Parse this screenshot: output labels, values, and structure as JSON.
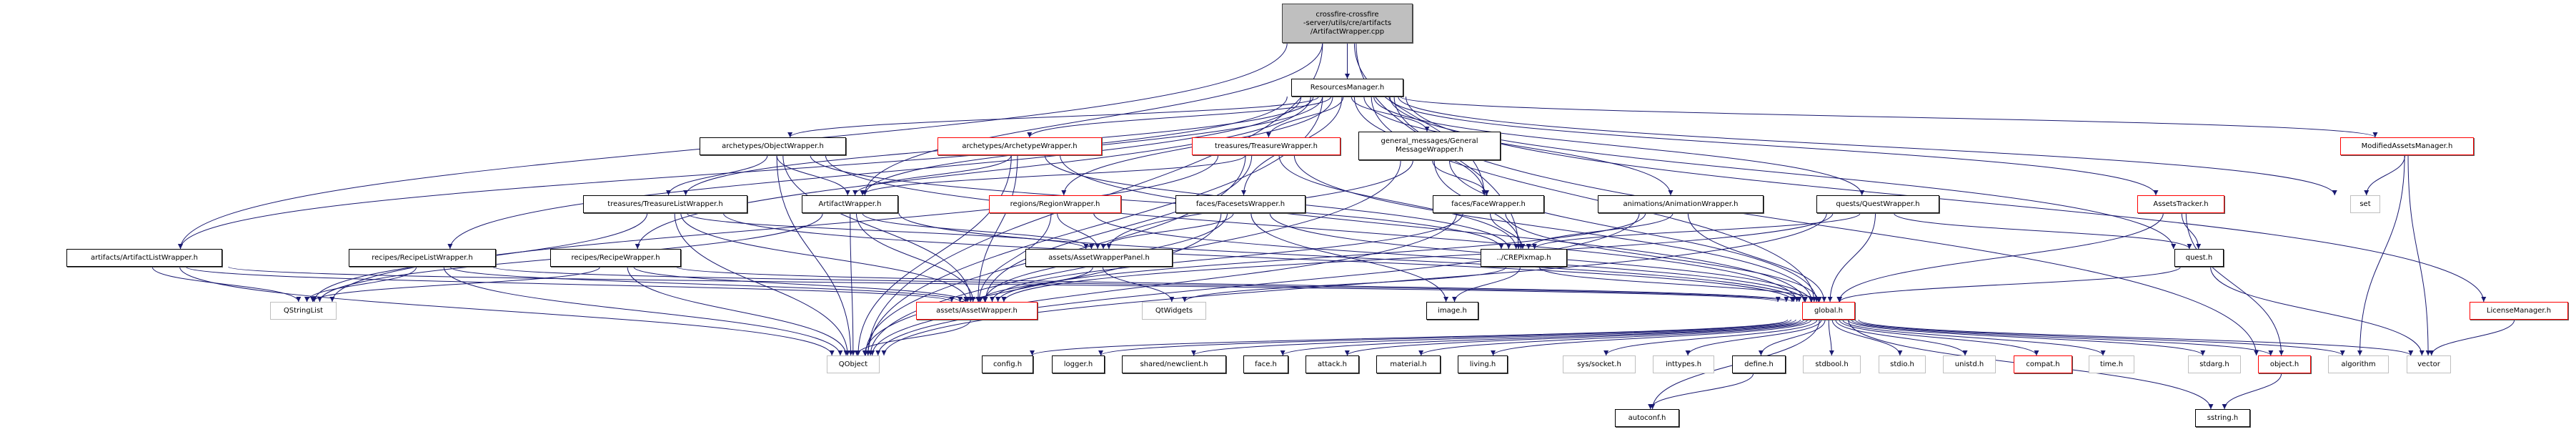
{
  "graph": {
    "edge_color": "#191970",
    "node_styles": {
      "root": "#bfbfbf",
      "documented": "#000000",
      "undocumented_incomplete": "#ff0000",
      "external": "#bfbfbf"
    },
    "nodes": [
      {
        "id": "root",
        "label": "crossfire-crossfire\n-server/utils/cre/artifacts\n/ArtifactWrapper.cpp",
        "style": "root"
      },
      {
        "id": "ResourcesManager",
        "label": "ResourcesManager.h",
        "style": "documented"
      },
      {
        "id": "ObjectWrapper",
        "label": "archetypes/ObjectWrapper.h",
        "style": "documented"
      },
      {
        "id": "ArchetypeWrapper",
        "label": "archetypes/ArchetypeWrapper.h",
        "style": "red"
      },
      {
        "id": "TreasureWrapper",
        "label": "treasures/TreasureWrapper.h",
        "style": "red"
      },
      {
        "id": "GeneralMessageWrapper",
        "label": "general_messages/General\nMessageWrapper.h",
        "style": "documented"
      },
      {
        "id": "ModifiedAssetsManager",
        "label": "ModifiedAssetsManager.h",
        "style": "red"
      },
      {
        "id": "TreasureListWrapper",
        "label": "treasures/TreasureListWrapper.h",
        "style": "documented"
      },
      {
        "id": "ArtifactWrapper",
        "label": "ArtifactWrapper.h",
        "style": "documented"
      },
      {
        "id": "RegionWrapper",
        "label": "regions/RegionWrapper.h",
        "style": "red"
      },
      {
        "id": "FacesetsWrapper",
        "label": "faces/FacesetsWrapper.h",
        "style": "documented"
      },
      {
        "id": "FaceWrapper",
        "label": "faces/FaceWrapper.h",
        "style": "documented"
      },
      {
        "id": "AnimationWrapper",
        "label": "animations/AnimationWrapper.h",
        "style": "documented"
      },
      {
        "id": "QuestWrapper",
        "label": "quests/QuestWrapper.h",
        "style": "documented"
      },
      {
        "id": "AssetsTracker",
        "label": "AssetsTracker.h",
        "style": "red"
      },
      {
        "id": "set",
        "label": "set",
        "style": "gray"
      },
      {
        "id": "ArtifactListWrapper",
        "label": "artifacts/ArtifactListWrapper.h",
        "style": "documented"
      },
      {
        "id": "RecipeListWrapper",
        "label": "recipes/RecipeListWrapper.h",
        "style": "documented"
      },
      {
        "id": "RecipeWrapper",
        "label": "recipes/RecipeWrapper.h",
        "style": "documented"
      },
      {
        "id": "AssetWrapperPanel",
        "label": "assets/AssetWrapperPanel.h",
        "style": "documented"
      },
      {
        "id": "CREPixmap",
        "label": "../CREPixmap.h",
        "style": "documented"
      },
      {
        "id": "quest",
        "label": "quest.h",
        "style": "documented"
      },
      {
        "id": "QStringList",
        "label": "QStringList",
        "style": "gray"
      },
      {
        "id": "AssetWrapper",
        "label": "assets/AssetWrapper.h",
        "style": "red"
      },
      {
        "id": "QtWidgets",
        "label": "QtWidgets",
        "style": "gray"
      },
      {
        "id": "image",
        "label": "image.h",
        "style": "documented"
      },
      {
        "id": "global",
        "label": "global.h",
        "style": "red"
      },
      {
        "id": "LicenseManager",
        "label": "LicenseManager.h",
        "style": "red"
      },
      {
        "id": "QObject",
        "label": "QObject",
        "style": "gray"
      },
      {
        "id": "config",
        "label": "config.h",
        "style": "documented"
      },
      {
        "id": "logger",
        "label": "logger.h",
        "style": "documented"
      },
      {
        "id": "newclient",
        "label": "shared/newclient.h",
        "style": "documented"
      },
      {
        "id": "face",
        "label": "face.h",
        "style": "documented"
      },
      {
        "id": "attack",
        "label": "attack.h",
        "style": "documented"
      },
      {
        "id": "material",
        "label": "material.h",
        "style": "documented"
      },
      {
        "id": "living",
        "label": "living.h",
        "style": "documented"
      },
      {
        "id": "socket",
        "label": "sys/socket.h",
        "style": "gray"
      },
      {
        "id": "inttypes",
        "label": "inttypes.h",
        "style": "gray"
      },
      {
        "id": "define",
        "label": "define.h",
        "style": "documented"
      },
      {
        "id": "stdbool",
        "label": "stdbool.h",
        "style": "gray"
      },
      {
        "id": "stdio",
        "label": "stdio.h",
        "style": "gray"
      },
      {
        "id": "unistd",
        "label": "unistd.h",
        "style": "gray"
      },
      {
        "id": "compat",
        "label": "compat.h",
        "style": "red"
      },
      {
        "id": "time",
        "label": "time.h",
        "style": "gray"
      },
      {
        "id": "stdarg",
        "label": "stdarg.h",
        "style": "gray"
      },
      {
        "id": "object",
        "label": "object.h",
        "style": "red"
      },
      {
        "id": "algorithm",
        "label": "algorithm",
        "style": "gray"
      },
      {
        "id": "vector",
        "label": "vector",
        "style": "gray"
      },
      {
        "id": "autoconf",
        "label": "autoconf.h",
        "style": "documented"
      },
      {
        "id": "sstring",
        "label": "sstring.h",
        "style": "documented"
      }
    ],
    "edges": [
      [
        "root",
        "ResourcesManager"
      ],
      [
        "root",
        "ArtifactListWrapper"
      ],
      [
        "root",
        "ArtifactWrapper"
      ],
      [
        "root",
        "FaceWrapper"
      ],
      [
        "root",
        "CREPixmap"
      ],
      [
        "root",
        "QObject"
      ],
      [
        "ResourcesManager",
        "ArchetypeWrapper"
      ],
      [
        "ResourcesManager",
        "ObjectWrapper"
      ],
      [
        "ResourcesManager",
        "TreasureWrapper"
      ],
      [
        "ResourcesManager",
        "TreasureListWrapper"
      ],
      [
        "ResourcesManager",
        "GeneralMessageWrapper"
      ],
      [
        "ResourcesManager",
        "RegionWrapper"
      ],
      [
        "ResourcesManager",
        "FacesetsWrapper"
      ],
      [
        "ResourcesManager",
        "FaceWrapper"
      ],
      [
        "ResourcesManager",
        "AnimationWrapper"
      ],
      [
        "ResourcesManager",
        "QuestWrapper"
      ],
      [
        "ResourcesManager",
        "ArtifactWrapper"
      ],
      [
        "ResourcesManager",
        "ArtifactListWrapper"
      ],
      [
        "ResourcesManager",
        "RecipeListWrapper"
      ],
      [
        "ResourcesManager",
        "RecipeWrapper"
      ],
      [
        "ResourcesManager",
        "AssetsTracker"
      ],
      [
        "ResourcesManager",
        "ModifiedAssetsManager"
      ],
      [
        "ResourcesManager",
        "LicenseManager"
      ],
      [
        "ResourcesManager",
        "set"
      ],
      [
        "ResourcesManager",
        "quest"
      ],
      [
        "ResourcesManager",
        "object"
      ],
      [
        "ResourcesManager",
        "global"
      ],
      [
        "ResourcesManager",
        "QObject"
      ],
      [
        "ObjectWrapper",
        "TreasureListWrapper"
      ],
      [
        "ObjectWrapper",
        "ArtifactWrapper"
      ],
      [
        "ObjectWrapper",
        "AssetWrapper"
      ],
      [
        "ObjectWrapper",
        "QObject"
      ],
      [
        "ObjectWrapper",
        "global"
      ],
      [
        "ObjectWrapper",
        "CREPixmap"
      ],
      [
        "ArchetypeWrapper",
        "ArtifactWrapper"
      ],
      [
        "ArchetypeWrapper",
        "AssetWrapper"
      ],
      [
        "ArchetypeWrapper",
        "global"
      ],
      [
        "ArchetypeWrapper",
        "CREPixmap"
      ],
      [
        "ArchetypeWrapper",
        "QObject"
      ],
      [
        "TreasureWrapper",
        "ArtifactWrapper"
      ],
      [
        "TreasureWrapper",
        "AssetWrapper"
      ],
      [
        "TreasureWrapper",
        "global"
      ],
      [
        "TreasureWrapper",
        "CREPixmap"
      ],
      [
        "TreasureWrapper",
        "QStringList"
      ],
      [
        "TreasureWrapper",
        "QObject"
      ],
      [
        "TreasureListWrapper",
        "QStringList"
      ],
      [
        "TreasureListWrapper",
        "AssetWrapper"
      ],
      [
        "TreasureListWrapper",
        "QObject"
      ],
      [
        "TreasureListWrapper",
        "global"
      ],
      [
        "TreasureListWrapper",
        "AssetWrapperPanel"
      ],
      [
        "ArtifactWrapper",
        "QObject"
      ],
      [
        "ArtifactWrapper",
        "AssetWrapper"
      ],
      [
        "ArtifactWrapper",
        "global"
      ],
      [
        "ArtifactWrapper",
        "AssetWrapperPanel"
      ],
      [
        "ArtifactWrapper",
        "QStringList"
      ],
      [
        "ArtifactListWrapper",
        "QStringList"
      ],
      [
        "ArtifactListWrapper",
        "QObject"
      ],
      [
        "ArtifactListWrapper",
        "AssetWrapper"
      ],
      [
        "ArtifactListWrapper",
        "global"
      ],
      [
        "RecipeListWrapper",
        "QStringList"
      ],
      [
        "RecipeListWrapper",
        "QObject"
      ],
      [
        "RecipeListWrapper",
        "AssetWrapper"
      ],
      [
        "RecipeListWrapper",
        "global"
      ],
      [
        "RecipeWrapper",
        "QStringList"
      ],
      [
        "RecipeWrapper",
        "QObject"
      ],
      [
        "RecipeWrapper",
        "AssetWrapper"
      ],
      [
        "RecipeWrapper",
        "global"
      ],
      [
        "GeneralMessageWrapper",
        "FaceWrapper"
      ],
      [
        "GeneralMessageWrapper",
        "CREPixmap"
      ],
      [
        "GeneralMessageWrapper",
        "AssetWrapperPanel"
      ],
      [
        "GeneralMessageWrapper",
        "global"
      ],
      [
        "GeneralMessageWrapper",
        "QObject"
      ],
      [
        "RegionWrapper",
        "AssetWrapperPanel"
      ],
      [
        "RegionWrapper",
        "AssetWrapper"
      ],
      [
        "RegionWrapper",
        "global"
      ],
      [
        "FacesetsWrapper",
        "AssetWrapperPanel"
      ],
      [
        "FacesetsWrapper",
        "AssetWrapper"
      ],
      [
        "FacesetsWrapper",
        "image"
      ],
      [
        "FacesetsWrapper",
        "QObject"
      ],
      [
        "FacesetsWrapper",
        "global"
      ],
      [
        "FaceWrapper",
        "CREPixmap"
      ],
      [
        "FaceWrapper",
        "AssetWrapper"
      ],
      [
        "FaceWrapper",
        "global"
      ],
      [
        "FaceWrapper",
        "QObject"
      ],
      [
        "AnimationWrapper",
        "CREPixmap"
      ],
      [
        "AnimationWrapper",
        "global"
      ],
      [
        "AnimationWrapper",
        "QObject"
      ],
      [
        "AnimationWrapper",
        "AssetWrapper"
      ],
      [
        "QuestWrapper",
        "quest"
      ],
      [
        "QuestWrapper",
        "global"
      ],
      [
        "QuestWrapper",
        "CREPixmap"
      ],
      [
        "QuestWrapper",
        "AssetWrapper"
      ],
      [
        "QuestWrapper",
        "QObject"
      ],
      [
        "AssetWrapperPanel",
        "AssetWrapper"
      ],
      [
        "AssetWrapperPanel",
        "QtWidgets"
      ],
      [
        "CREPixmap",
        "image"
      ],
      [
        "CREPixmap",
        "global"
      ],
      [
        "CREPixmap",
        "QtWidgets"
      ],
      [
        "AssetWrapper",
        "QObject"
      ],
      [
        "AssetsTracker",
        "quest"
      ],
      [
        "AssetsTracker",
        "global"
      ],
      [
        "AssetsTracker",
        "object"
      ],
      [
        "quest",
        "global"
      ],
      [
        "quest",
        "vector"
      ],
      [
        "ModifiedAssetsManager",
        "set"
      ],
      [
        "ModifiedAssetsManager",
        "algorithm"
      ],
      [
        "ModifiedAssetsManager",
        "vector"
      ],
      [
        "LicenseManager",
        "vector"
      ],
      [
        "global",
        "config"
      ],
      [
        "global",
        "logger"
      ],
      [
        "global",
        "newclient"
      ],
      [
        "global",
        "face"
      ],
      [
        "global",
        "attack"
      ],
      [
        "global",
        "material"
      ],
      [
        "global",
        "living"
      ],
      [
        "global",
        "socket"
      ],
      [
        "global",
        "inttypes"
      ],
      [
        "global",
        "define"
      ],
      [
        "global",
        "stdbool"
      ],
      [
        "global",
        "stdio"
      ],
      [
        "global",
        "unistd"
      ],
      [
        "global",
        "compat"
      ],
      [
        "global",
        "time"
      ],
      [
        "global",
        "stdarg"
      ],
      [
        "global",
        "object"
      ],
      [
        "global",
        "algorithm"
      ],
      [
        "global",
        "vector"
      ],
      [
        "global",
        "sstring"
      ],
      [
        "global",
        "autoconf"
      ],
      [
        "define",
        "autoconf"
      ],
      [
        "object",
        "sstring"
      ]
    ]
  }
}
